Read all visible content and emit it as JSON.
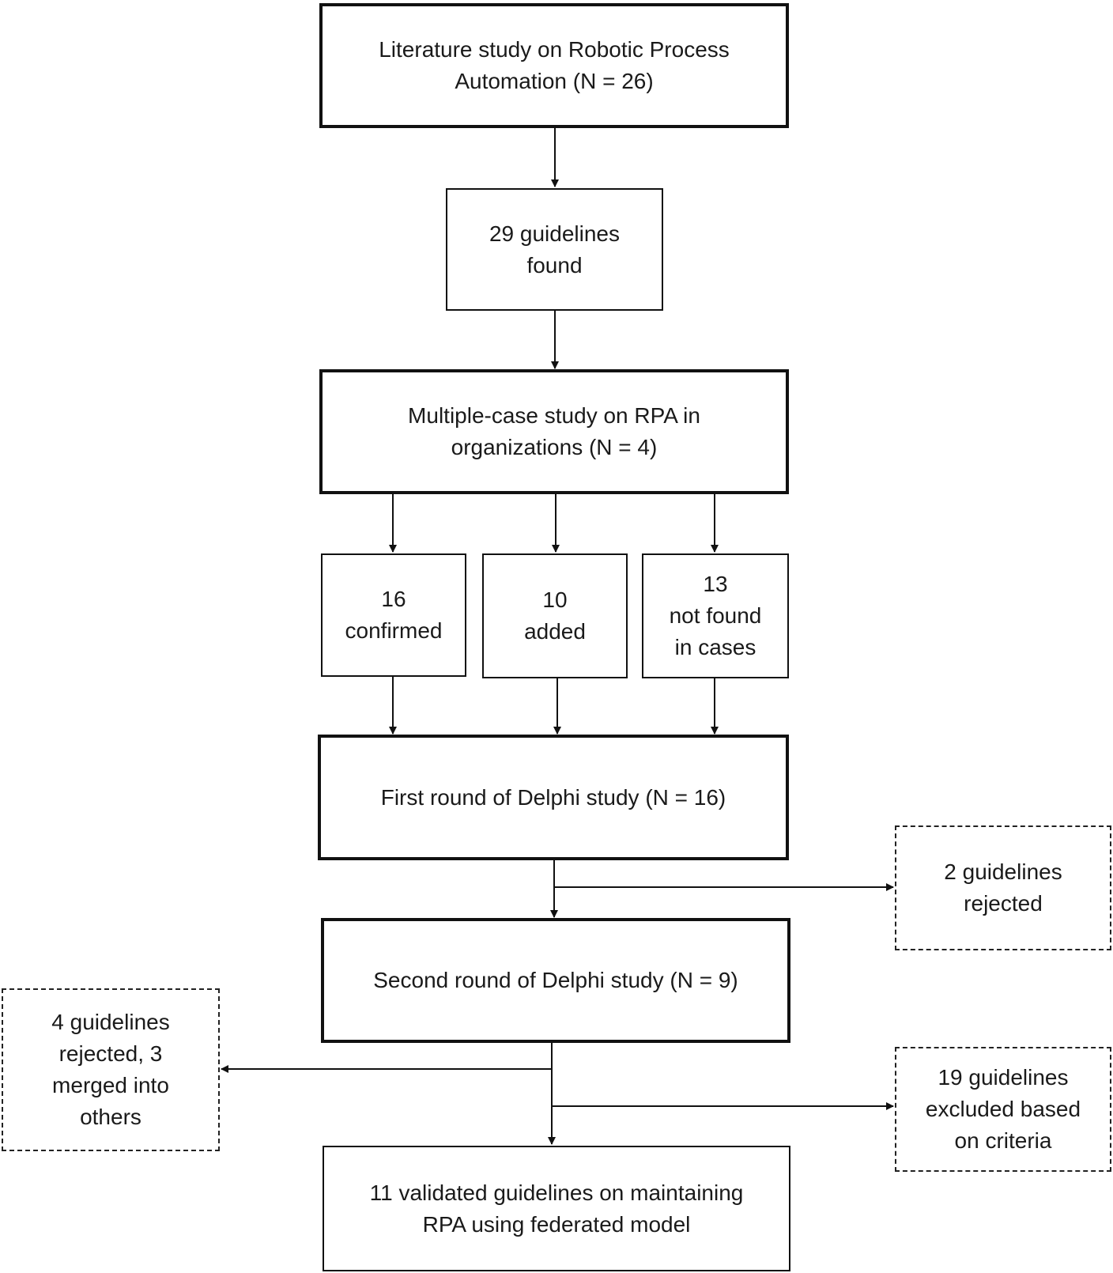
{
  "nodes": {
    "literature": "Literature study on Robotic Process\nAutomation (N = 26)",
    "found": "29 guidelines\nfound",
    "multiple_case": "Multiple-case study on RPA in\norganizations (N = 4)",
    "confirmed": "16\nconfirmed",
    "added": "10\nadded",
    "not_found": "13\nnot found\nin cases",
    "delphi_first": "First round of Delphi study (N = 16)",
    "rejected_2": "2 guidelines\nrejected",
    "delphi_second": "Second round of Delphi study (N = 9)",
    "rejected_4": "4 guidelines\nrejected, 3\nmerged into\nothers",
    "excluded_19": "19 guidelines\nexcluded based\non criteria",
    "validated": "11 validated guidelines on maintaining\nRPA using federated model"
  },
  "colors": {
    "line": "#111111",
    "text": "#1a1a1a",
    "background": "#ffffff"
  }
}
